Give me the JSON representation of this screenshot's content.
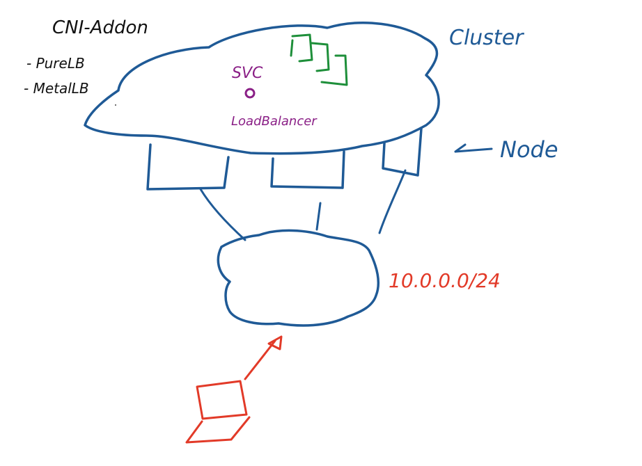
{
  "labels": {
    "addon_title": "CNI-Addon",
    "addon_item_1": "- PureLB",
    "addon_item_2": "- MetalLB",
    "cluster": "Cluster",
    "node": "Node",
    "svc": "SVC",
    "loadbalancer": "LoadBalancer",
    "subnet": "10.0.0.0/24"
  },
  "colors": {
    "ink_blue": "#1f5a96",
    "ink_black": "#111111",
    "ink_purple": "#8a1f86",
    "ink_green": "#1e8f3a",
    "ink_red": "#e23a28"
  }
}
